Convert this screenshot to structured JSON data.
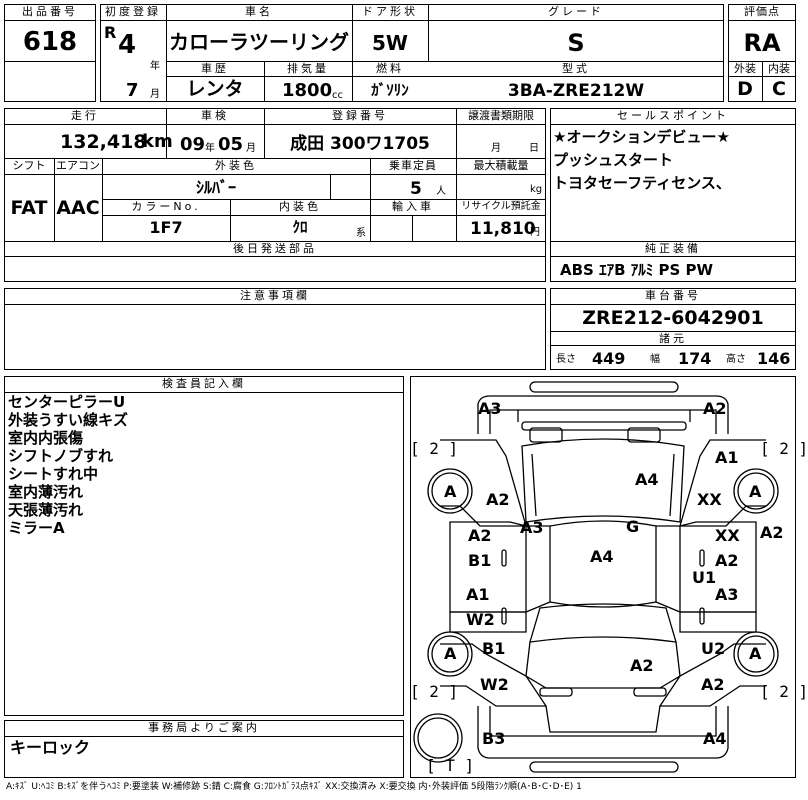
{
  "header": {
    "lot_label": "出品番号",
    "lot": "618",
    "first_reg_label": "初度登録",
    "era": "R",
    "year": "4",
    "year_unit": "年",
    "month": "7",
    "month_unit": "月",
    "name_label": "車名",
    "name": "カローラツーリング",
    "doors_label": "ドア形状",
    "doors": "5W",
    "grade_label": "グレード",
    "grade": "S",
    "score_label": "評価点",
    "score": "RA",
    "history_label": "車歴",
    "history": "レンタ",
    "displacement_label": "排気量",
    "displacement": "1800",
    "displacement_unit": "cc",
    "fuel_label": "燃料",
    "fuel": "ｶﾞｿﾘﾝ",
    "model_label": "型式",
    "model": "3BA-ZRE212W",
    "exterior_label": "外装",
    "exterior": "D",
    "interior_label": "内装",
    "interior": "C"
  },
  "row2": {
    "mileage_label": "走行",
    "mileage": "132,418",
    "mileage_unit": "km",
    "inspection_label": "車検",
    "insp_year": "09",
    "insp_year_unit": "年",
    "insp_month": "05",
    "insp_month_unit": "月",
    "plate_label": "登録番号",
    "plate": "成田 300ワ1705",
    "transfer_label": "譲渡書類期限",
    "transfer_month_unit": "月",
    "transfer_day_unit": "日",
    "shift_label": "シフト",
    "shift": "FAT",
    "ac_label": "エアコン",
    "ac": "AAC",
    "ext_color_label": "外装色",
    "ext_color": "ｼﾙﾊﾞｰ",
    "capacity_label": "乗車定員",
    "capacity": "5",
    "capacity_unit": "人",
    "load_label": "最大積載量",
    "load_unit": "kg",
    "color_no_label": "カラーNo.",
    "color_no": "1F7",
    "int_color_label": "内装色",
    "int_color": "ｸﾛ",
    "int_color_unit": "系",
    "import_label": "輸入車",
    "recycle_label": "リサイクル預託金",
    "recycle": "11,810",
    "recycle_unit": "円"
  },
  "sales_points": {
    "label": "セールスポイント",
    "lines": [
      "★オークションデビュー★",
      "プッシュスタート",
      "トヨタセーフティセンス、"
    ]
  },
  "later_parts": {
    "label": "後日発送部品"
  },
  "equipment": {
    "label": "純正装備",
    "value": "ABS ｴｱB ｱﾙﾐ PS PW"
  },
  "notes": {
    "label": "注意事項欄"
  },
  "chassis": {
    "label": "車台番号",
    "value": "ZRE212-6042901",
    "dims_label": "諸元",
    "length_label": "長さ",
    "length": "449",
    "width_label": "幅",
    "width": "174",
    "height_label": "高さ",
    "height": "146"
  },
  "inspector": {
    "label": "検査員記入欄",
    "lines": [
      "センターピラーU",
      "外装うすい線キズ",
      "室内内張傷",
      "シフトノブすれ",
      "シートすれ中",
      "室内薄汚れ",
      "天張薄汚れ",
      "ミラーA"
    ]
  },
  "office": {
    "label": "事務局よりご案内",
    "value": "キーロック"
  },
  "diagram": {
    "bracket_tl": "[ 2 ]",
    "bracket_tr": "[ 2 ]",
    "bracket_bl": "[ 2 ]",
    "bracket_br": "[ 2 ]",
    "spare": "[ T ]",
    "wheel_marks": [
      "A",
      "A",
      "A",
      "A"
    ],
    "marks": [
      "A3",
      "A2",
      "A1",
      "A4",
      "A2",
      "XX",
      "A3",
      "G",
      "XX",
      "A2",
      "A2",
      "B1",
      "A4",
      "A2",
      "U1",
      "A1",
      "A3",
      "W2",
      "B1",
      "U2",
      "A2",
      "W2",
      "A2",
      "B3",
      "A4"
    ]
  },
  "legend": "A:ｷｽﾞ U:ﾍｺﾐ B:ｷｽﾞを伴うﾍｺﾐ P:要塗装 W:補修跡 S:錆 C:腐食 G:ﾌﾛﾝﾄｶﾞﾗｽ点ｷｽﾞ XX:交換済み X:要交換 内･外装評価 5段階ﾗﾝｸ順(A･B･C･D･E) 1"
}
